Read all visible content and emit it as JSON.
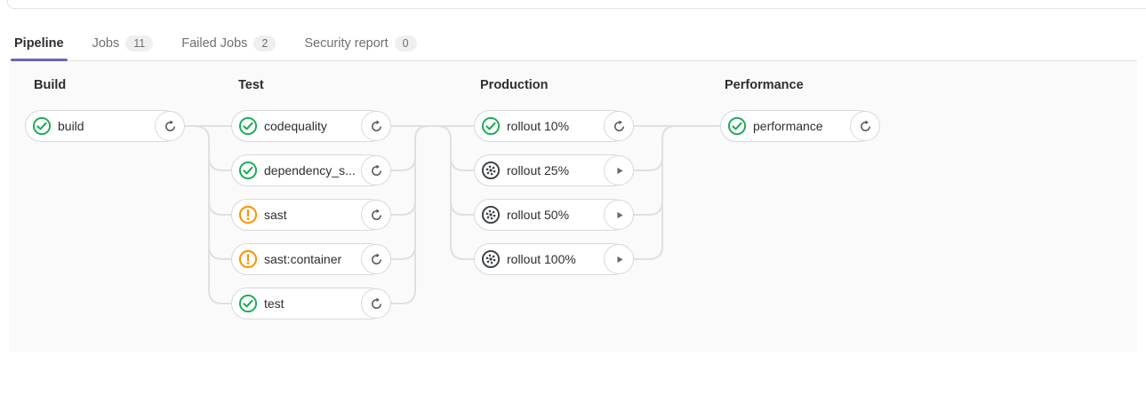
{
  "tabs": [
    {
      "label": "Pipeline",
      "badge": null,
      "active": true
    },
    {
      "label": "Jobs",
      "badge": "11",
      "active": false
    },
    {
      "label": "Failed Jobs",
      "badge": "2",
      "active": false
    },
    {
      "label": "Security report",
      "badge": "0",
      "active": false
    }
  ],
  "pipeline": {
    "stages": [
      {
        "name": "Build",
        "jobs": [
          {
            "label": "build",
            "status": "success",
            "status_icon": "status-success-icon",
            "action": "retry",
            "action_icon": "retry-icon"
          }
        ]
      },
      {
        "name": "Test",
        "jobs": [
          {
            "label": "codequality",
            "status": "success",
            "status_icon": "status-success-icon",
            "action": "retry",
            "action_icon": "retry-icon"
          },
          {
            "label": "dependency_s...",
            "status": "success",
            "status_icon": "status-success-icon",
            "action": "retry",
            "action_icon": "retry-icon"
          },
          {
            "label": "sast",
            "status": "warning",
            "status_icon": "status-warning-icon",
            "action": "retry",
            "action_icon": "retry-icon"
          },
          {
            "label": "sast:container",
            "status": "warning",
            "status_icon": "status-warning-icon",
            "action": "retry",
            "action_icon": "retry-icon"
          },
          {
            "label": "test",
            "status": "success",
            "status_icon": "status-success-icon",
            "action": "retry",
            "action_icon": "retry-icon"
          }
        ]
      },
      {
        "name": "Production",
        "jobs": [
          {
            "label": "rollout 10%",
            "status": "success",
            "status_icon": "status-success-icon",
            "action": "retry",
            "action_icon": "retry-icon"
          },
          {
            "label": "rollout 25%",
            "status": "manual",
            "status_icon": "status-manual-icon",
            "action": "play",
            "action_icon": "play-icon"
          },
          {
            "label": "rollout 50%",
            "status": "manual",
            "status_icon": "status-manual-icon",
            "action": "play",
            "action_icon": "play-icon"
          },
          {
            "label": "rollout 100%",
            "status": "manual",
            "status_icon": "status-manual-icon",
            "action": "play",
            "action_icon": "play-icon"
          }
        ]
      },
      {
        "name": "Performance",
        "jobs": [
          {
            "label": "performance",
            "status": "success",
            "status_icon": "status-success-icon",
            "action": "retry",
            "action_icon": "retry-icon"
          }
        ]
      }
    ]
  },
  "colors": {
    "accent": "#6666c4",
    "success": "#1aaa55",
    "warning": "#fc9403",
    "manual": "#393f44",
    "retry_icon": "#555555",
    "play_icon": "#6a6a6a",
    "connector": "#e0e0e0",
    "graph_background": "#fafafa"
  }
}
